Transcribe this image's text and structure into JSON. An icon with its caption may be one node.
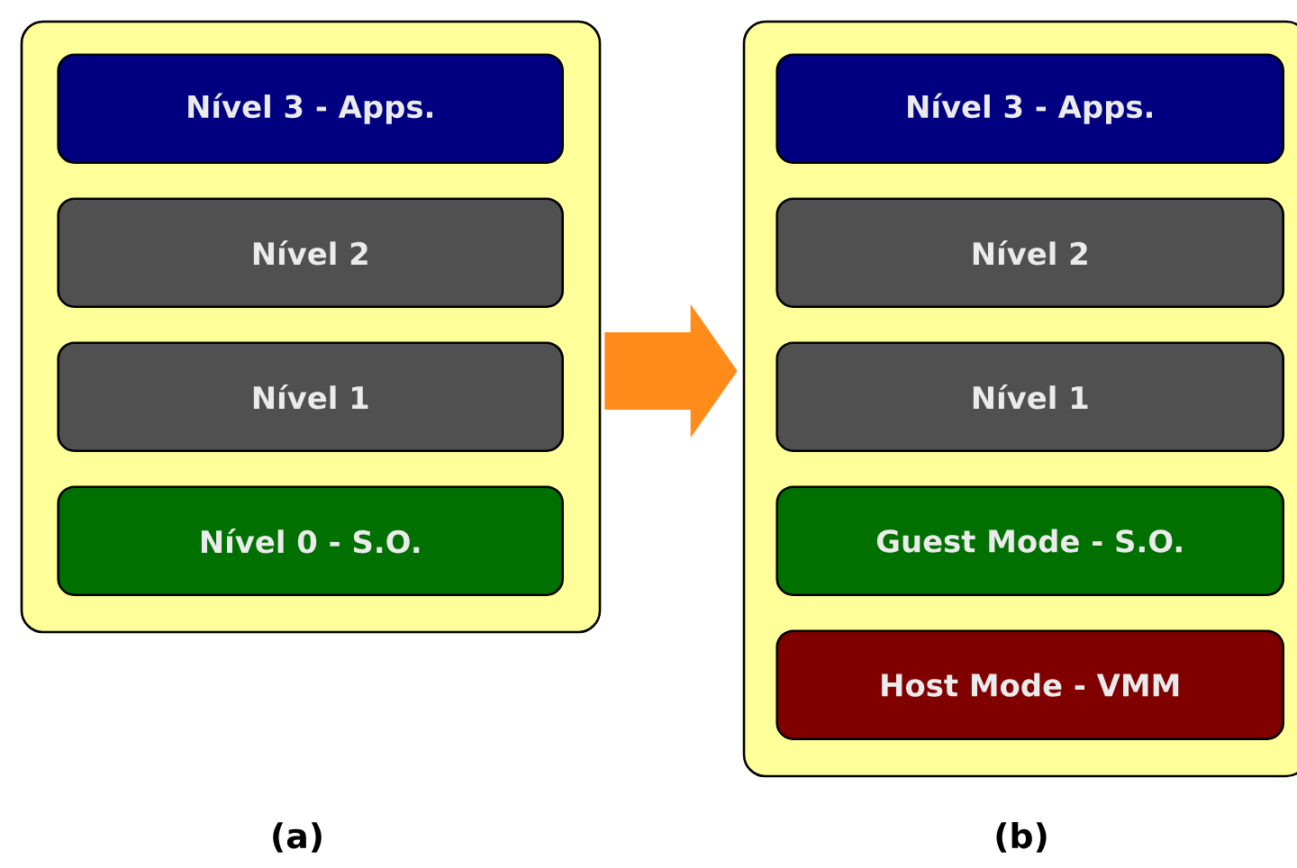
{
  "diagram": {
    "nodes": [
      {
        "text": [],
        "shape": "box"
      },
      {
        "text": [
          "Nível 3 - Apps."
        ],
        "in": 0
      },
      {
        "text": [
          "Nível 2"
        ],
        "in": 0
      },
      {
        "text": [
          "Nível 1"
        ],
        "in": 0
      },
      {
        "text": [
          "Nível 0 - S.O."
        ],
        "in": 0
      },
      {
        "text": [],
        "shape": "box"
      },
      {
        "text": [
          "Nível 3 - Apps."
        ],
        "in": 5
      },
      {
        "text": [
          "Nível 2"
        ],
        "in": 5
      },
      {
        "text": [
          "Nível 1"
        ],
        "in": 5
      },
      {
        "text": [
          "Guest Mode - S.O."
        ],
        "in": 5
      },
      {
        "text": [
          "Host Mode - VMM"
        ],
        "in": 5
      }
    ],
    "edges": [
      {
        "from": 0,
        "to": 5,
        "arrow": "to",
        "color": "#ff8c1a"
      }
    ],
    "labels": [
      "(a)",
      "(b)"
    ]
  }
}
